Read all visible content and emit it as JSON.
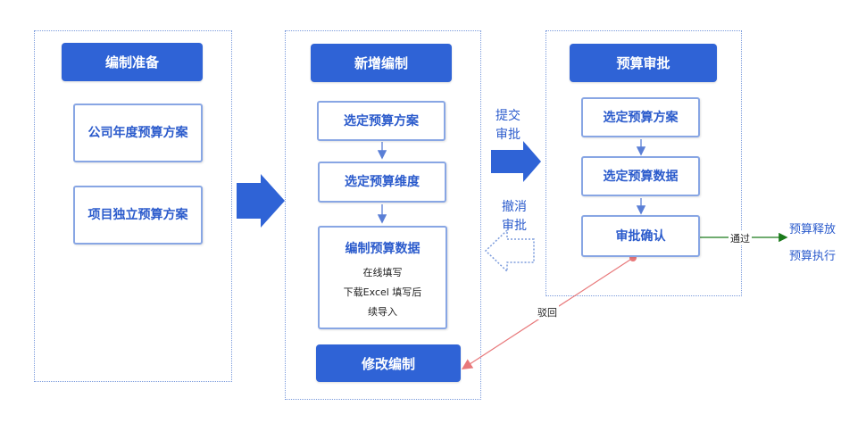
{
  "panels": {
    "prepare": {
      "header": "编制准备",
      "items": [
        "公司年度预算方案",
        "项目独立预算方案"
      ]
    },
    "edit": {
      "header": "新增编制",
      "step1": "选定预算方案",
      "step2": "选定预算维度",
      "step3": {
        "title": "编制预算数据",
        "line1": "在线填写",
        "line2": "下载Excel 填写后",
        "line3": "续导入"
      },
      "modify": "修改编制"
    },
    "approve": {
      "header": "预算审批",
      "step1": "选定预算方案",
      "step2": "选定预算数据",
      "step3": "审批确认"
    }
  },
  "labels": {
    "submit_line1": "提交",
    "submit_line2": "审批",
    "cancel_line1": "撤消",
    "cancel_line2": "审批",
    "pass": "通过",
    "reject": "驳回",
    "result_line1": "预算释放",
    "result_line2": "预算执行"
  },
  "colors": {
    "accent": "#2f63d6",
    "box_border": "#88a6e4",
    "pass_line": "#1a7a1a",
    "reject_line": "#e8787a"
  }
}
